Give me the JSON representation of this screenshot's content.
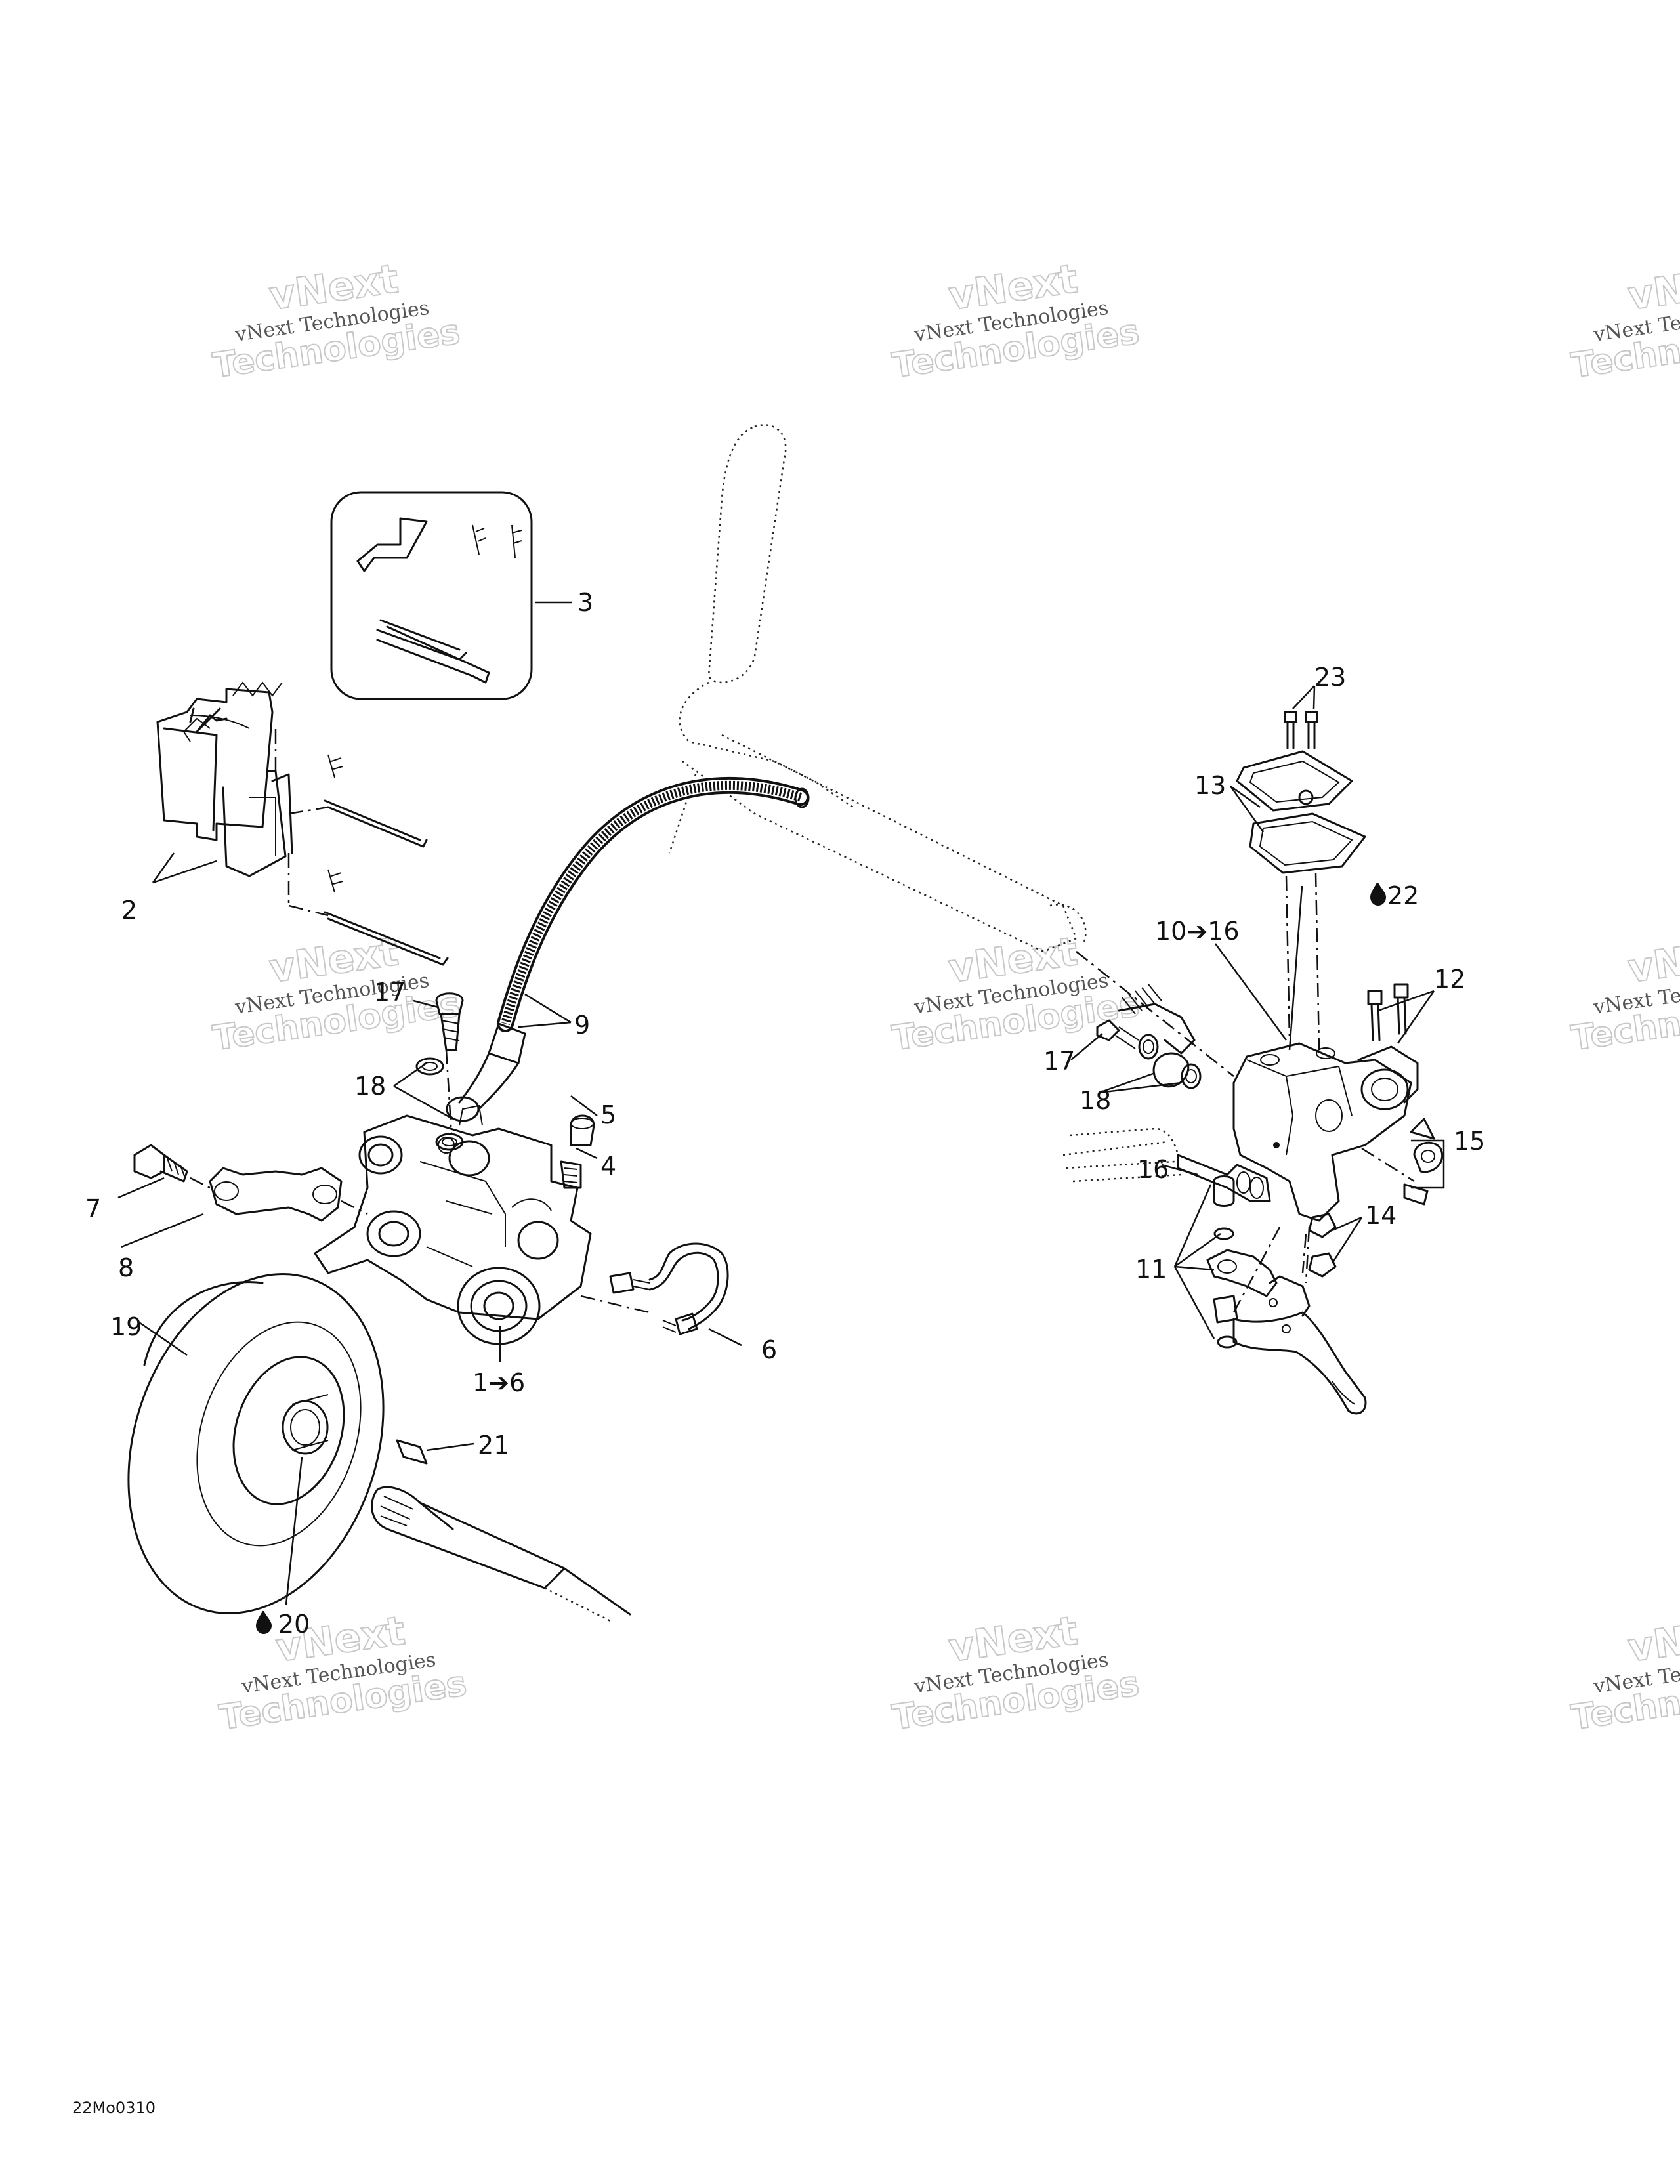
{
  "watermark": {
    "line1": "vNext",
    "line2": "vNext Technologies",
    "line3": "Technologies"
  },
  "callouts": {
    "c1": "1➔6",
    "c2": "2",
    "c3": "3",
    "c4": "4",
    "c5": "5",
    "c6": "6",
    "c7": "7",
    "c8": "8",
    "c9": "9",
    "c10": "10➔16",
    "c11": "11",
    "c12": "12",
    "c13": "13",
    "c14": "14",
    "c15": "15",
    "c16": "16",
    "c17a": "17",
    "c17b": "17",
    "c18a": "18",
    "c18b": "18",
    "c19": "19",
    "c20": "20",
    "c21": "21",
    "c22": "22",
    "c23": "23"
  },
  "lubricant_icon": "oil-drop-icon",
  "diagram_code": "22Mo0310"
}
